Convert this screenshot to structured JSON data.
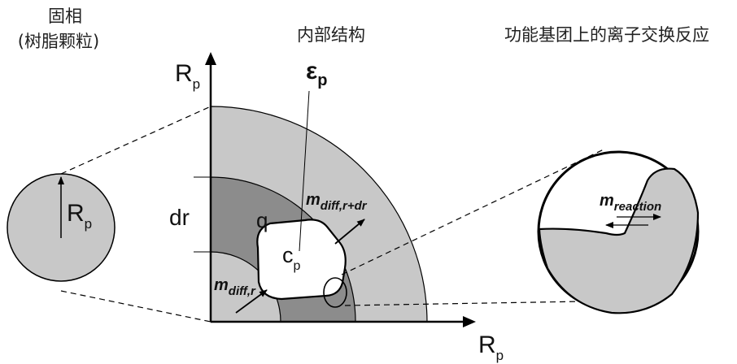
{
  "headings": {
    "solid_phase_line1": "固相",
    "solid_phase_line2": "(树脂颗粒)",
    "internal_structure": "内部结构",
    "ion_exchange": "功能基团上的离子交换反应"
  },
  "particle": {
    "radius_label": "R",
    "radius_sub": "p"
  },
  "axes": {
    "y_label": "R",
    "y_sub": "p",
    "x_label": "R",
    "x_sub": "p"
  },
  "labels": {
    "porosity": "ε",
    "porosity_sub": "p",
    "shell": "dr",
    "solid_conc": "q",
    "pore_conc": "c",
    "pore_conc_sub": "p",
    "flux_out": "m",
    "flux_out_sub": "diff,r+dr",
    "flux_in": "m",
    "flux_in_sub": "diff,r",
    "reaction": "m",
    "reaction_sub": "reaction"
  },
  "colors": {
    "outer_region": "#c8c8c8",
    "shell_region": "#8c8c8c",
    "inner_region": "#c8c8c8",
    "pore": "#ffffff",
    "line": "#000000"
  }
}
